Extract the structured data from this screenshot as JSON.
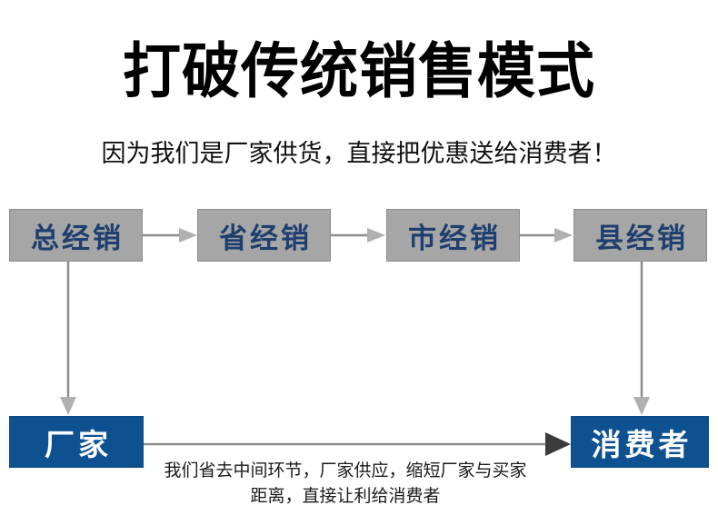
{
  "headline": "打破传统销售模式",
  "subhead": "因为我们是厂家供货，直接把优惠送给消费者！",
  "chain": {
    "nodes": [
      {
        "label": "总经销",
        "type": "distributor"
      },
      {
        "label": "省经销",
        "type": "distributor"
      },
      {
        "label": "市经销",
        "type": "distributor"
      },
      {
        "label": "县经销",
        "type": "distributor"
      }
    ]
  },
  "endpoints": {
    "factory": "厂家",
    "consumer": "消费者"
  },
  "caption": {
    "line1": "我们省去中间环节，厂家供应，缩短厂家与买家",
    "line2": "距离，直接让利给消费者"
  },
  "colors": {
    "grey_box_fill": "#a6a6a6",
    "grey_box_border": "#8c8c8c",
    "grey_box_text": "#1f3f6e",
    "blue_box_fill": "#0e5191",
    "blue_box_text": "#ffffff",
    "connector_grey": "#8c8c8c",
    "connector_light": "#a6a6a6",
    "arrow_dark": "#3b3b3b",
    "headline_text": "#000000",
    "background": "#ffffff"
  }
}
